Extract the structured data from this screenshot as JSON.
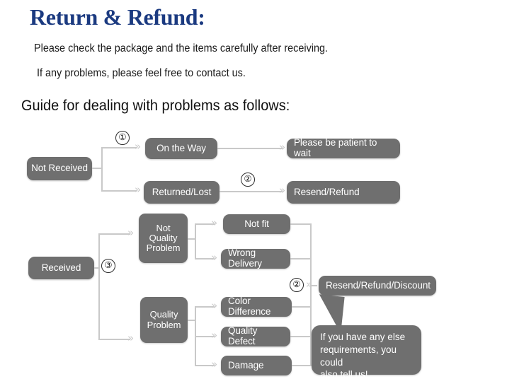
{
  "header": {
    "title": "Return & Refund:",
    "title_color": "#1b3a80",
    "line1": "Please check the package and the items carefully after receiving.",
    "line2": "If any problems, please feel free to contact us.",
    "guide_heading": "Guide for dealing with problems as follows:"
  },
  "palette": {
    "node_fill": "#6f6f6f",
    "node_text": "#ffffff",
    "connector": "#c9c9c9",
    "page_background": "#ffffff"
  },
  "flow": {
    "markers": {
      "one": "①",
      "two_upper": "②",
      "three": "③",
      "two_lower": "②"
    },
    "not_received": {
      "root": "Not Received",
      "branches": [
        {
          "label": "On the Way",
          "outcome": "Please be patient to wait"
        },
        {
          "label": "Returned/Lost",
          "outcome": "Resend/Refund"
        }
      ]
    },
    "received": {
      "root": "Received",
      "categories": [
        {
          "label": "Not\nQuality\nProblem",
          "reasons": [
            "Not fit",
            "Wrong Delivery"
          ]
        },
        {
          "label": "Quality\nProblem",
          "reasons": [
            "Color Difference",
            "Quality Defect",
            "Damage"
          ]
        }
      ],
      "outcome": "Resend/Refund/Discount"
    },
    "callout": "If you have any else\nrequirements, you could\nalso tell us!"
  }
}
